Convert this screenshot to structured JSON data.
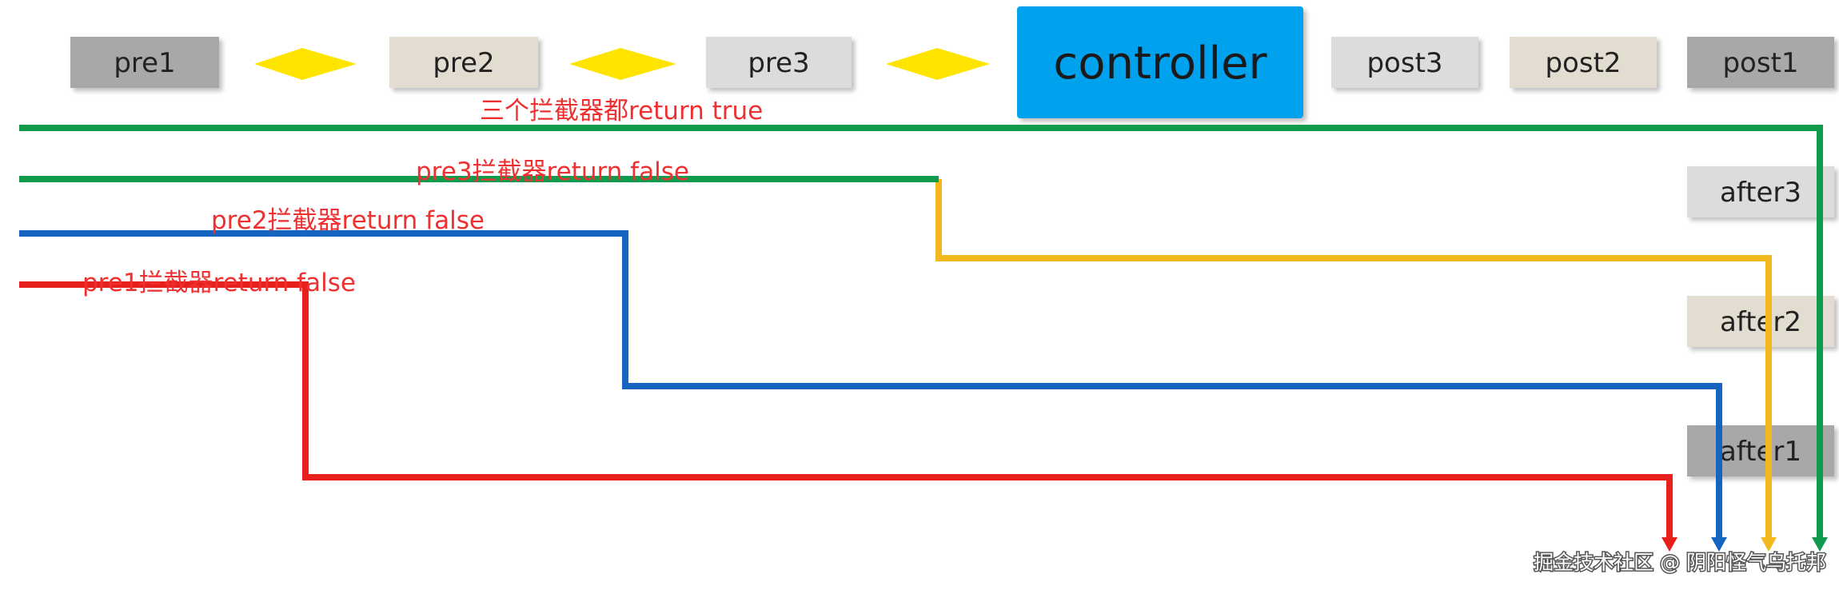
{
  "pre_boxes": [
    "pre1",
    "pre2",
    "pre3"
  ],
  "controller": "controller",
  "post_boxes": [
    "post3",
    "post2",
    "post1"
  ],
  "after_boxes": [
    "after3",
    "after2",
    "after1"
  ],
  "paths": {
    "all_true": "三个拦截器都return true",
    "pre3_false": "pre3拦截器return false",
    "pre2_false": "pre2拦截器return false",
    "pre1_false": "pre1拦截器return false"
  },
  "colors": {
    "green": "#109a4e",
    "yellow": "#f4b81f",
    "blue": "#1565c0",
    "red": "#e8201c",
    "controller": "#00a2ee",
    "diamond": "#ffe400",
    "gray_box": "#a8a8a8",
    "beige_box": "#e2ddd0",
    "light_box": "#dcdcdc"
  },
  "watermark": "掘金技术社区 @ 阴阳怪气乌托邦"
}
